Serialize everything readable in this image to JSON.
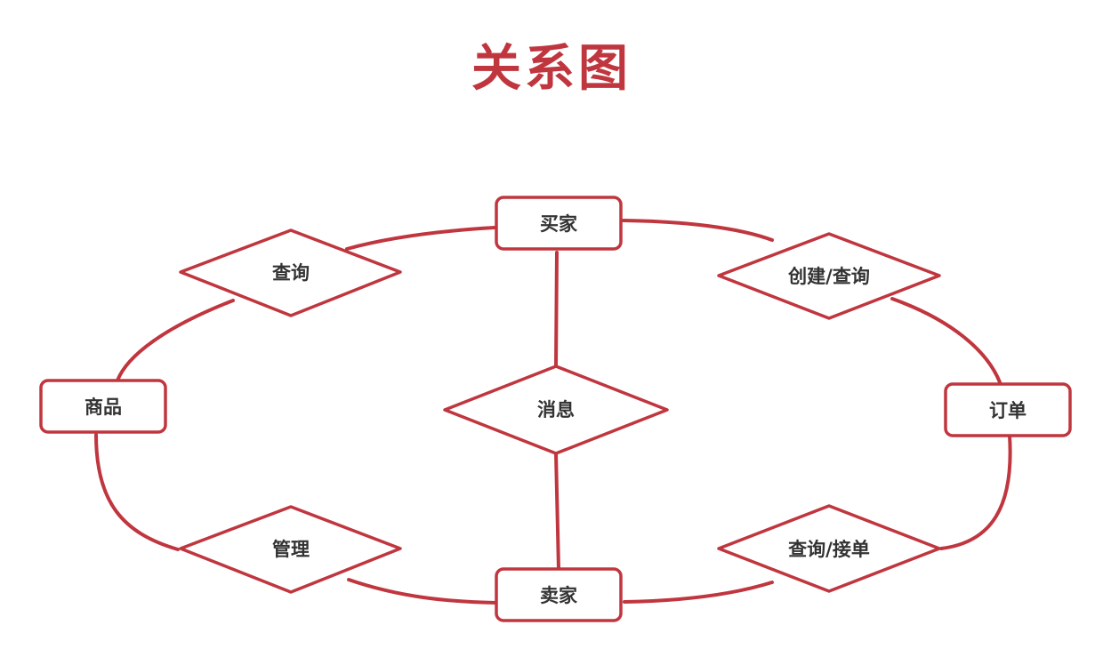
{
  "title": "关系图",
  "colors": {
    "accent": "#c0363f",
    "stroke": "#c0363f",
    "text": "#333333",
    "background": "#ffffff"
  },
  "entities": {
    "buyer": "买家",
    "seller": "卖家",
    "product": "商品",
    "order": "订单"
  },
  "relations": {
    "query": "查询",
    "manage": "管理",
    "message": "消息",
    "create_query": "创建/查询",
    "query_accept": "查询/接单"
  }
}
